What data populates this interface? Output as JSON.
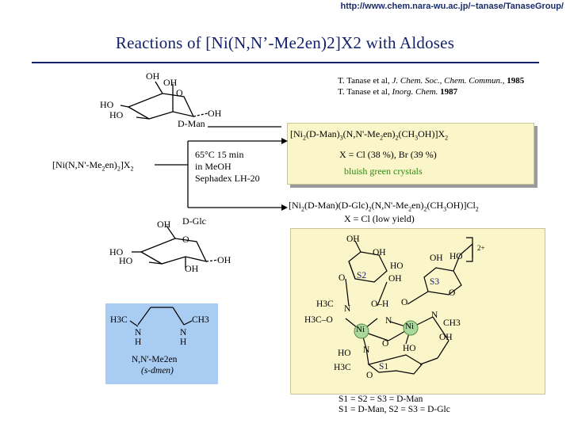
{
  "header": {
    "url": "http://www.chem.nara-wu.ac.jp/~tanase/TanaseGroup/",
    "title": "Reactions of [Ni(N,N’-Me2en)2]X2 with Aldoses"
  },
  "references": [
    {
      "authors": "T. Tanase et al, ",
      "journal": "J. Chem. Soc., Chem. Commun.",
      "sep": ", ",
      "year": "1985"
    },
    {
      "authors": "T. Tanase et al, ",
      "journal": "Inorg. Chem.",
      "sep": " ",
      "year": "1987"
    }
  ],
  "reactant": {
    "formula_parts": [
      "[Ni(N,N'-Me",
      "2",
      "en)",
      "2",
      "]X",
      "2"
    ]
  },
  "conditions": [
    "65°C 15 min",
    "in MeOH",
    "Sephadex LH-20"
  ],
  "sugars": {
    "man_label": "D-Man",
    "glc_label": "D-Glc",
    "oh": "OH",
    "ho": "HO",
    "o": "O"
  },
  "product1": {
    "formula_parts": [
      "[Ni",
      "2",
      "(D-Man)",
      "3",
      "(N,N'-Me",
      "2",
      "en)",
      "2",
      "(CH",
      "3",
      "OH)]X",
      "2"
    ],
    "yield": "X = Cl (38 %), Br (39 %)",
    "note": "bluish green crystals"
  },
  "product2": {
    "formula_parts": [
      "[Ni",
      "2",
      "(D-Man)(D-Glc)",
      "2",
      "(N,N'-Me",
      "2",
      "en)",
      "2",
      "(CH",
      "3",
      "OH)]Cl",
      "2"
    ],
    "yield": "X = Cl (low yield)"
  },
  "complex": {
    "charge": "2+",
    "ring_labels": [
      "S1",
      "S2",
      "S3"
    ],
    "metal": "Ni",
    "groups": {
      "h3c": "H3C",
      "ch3": "CH3",
      "h3co": "H3C–O",
      "n": "N",
      "oh": "OH",
      "ho": "HO",
      "o": "O",
      "oh_h": "O–H"
    },
    "legend": [
      "S1 = S2 = S3 = D-Man",
      "S1 = D-Man, S2 = S3 = D-Glc"
    ]
  },
  "ligand": {
    "h3c": "H3C",
    "ch3": "CH3",
    "n": "N",
    "h": "H",
    "name": "N,N'-Me2en",
    "abbrev": "(s-dmen)"
  },
  "colors": {
    "title": "#14216b",
    "box_yellow": "#fbf6c9",
    "green_text": "#2b8a12",
    "ligand_box": "#a9ccf3",
    "ni_fill": "#a8d89a"
  }
}
